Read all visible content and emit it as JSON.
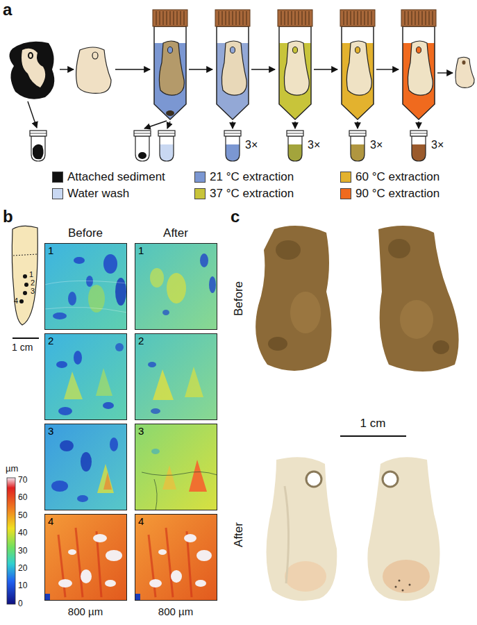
{
  "diagram": {
    "nodes": [
      {
        "text": [
          "1"
        ]
      },
      {
        "text": [
          "1"
        ]
      },
      {
        "text": [
          "2"
        ]
      },
      {
        "text": [
          "2"
        ]
      },
      {
        "text": [
          "3"
        ]
      },
      {
        "text": [
          "3"
        ]
      },
      {
        "text": [
          "4"
        ]
      },
      {
        "text": [
          "4"
        ]
      }
    ],
    "labels": [
      "a",
      "3×",
      "3×",
      "3×",
      "3×",
      "b",
      "Before",
      "After",
      "c",
      "1",
      "2",
      "3",
      "4",
      "1 cm",
      "µm",
      "70",
      "60",
      "50",
      "40",
      "30",
      "20",
      "10",
      "0",
      "800 µm",
      "800 µm",
      "Before",
      "1 cm",
      "After"
    ],
    "legend": [
      {
        "text": "Attached sediment",
        "color": "#111111"
      },
      {
        "text": "21 °C extraction",
        "color": "#7b97d2"
      },
      {
        "text": "60 °C extraction",
        "color": "#e3b22e"
      },
      {
        "text": "Water wash",
        "color": "#c9d8f2"
      },
      {
        "text": "37 °C extraction",
        "color": "#c8c43a"
      },
      {
        "text": "90 °C extraction",
        "color": "#f06a1e"
      }
    ]
  }
}
